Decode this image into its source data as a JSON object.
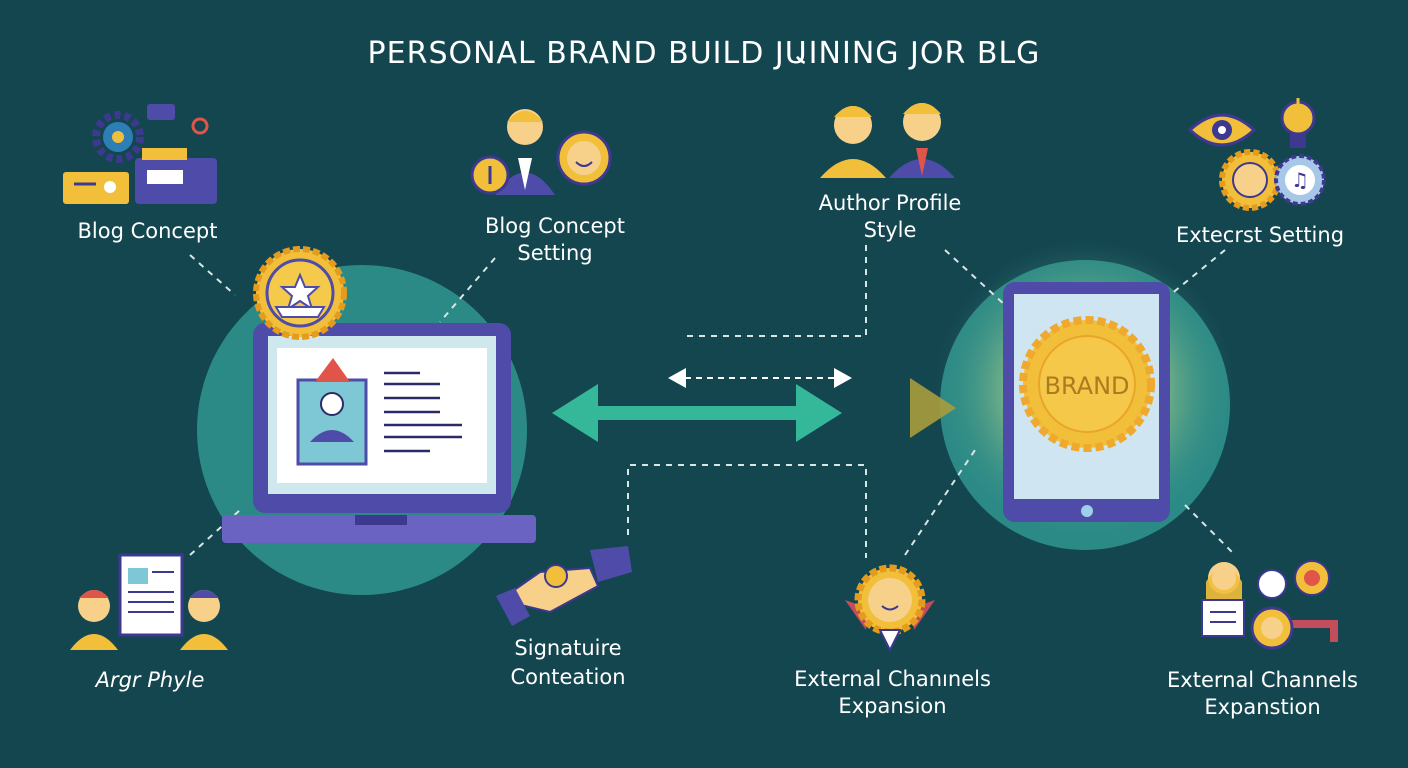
{
  "title": "PERSONAL BRAND BUILD JԱINING JOR BLG",
  "labels": {
    "blog_concept": "Blog Concept",
    "blog_concept_setting_1": "Blog Concept",
    "blog_concept_setting_2": "Setting",
    "author_profile_1": "Author Profile",
    "author_profile_2": "Style",
    "external_setting": "Extecrst Setting",
    "argr_phyle": "Argr Phyle",
    "signature_1": "Signatuire",
    "signature_2": "Conteation",
    "channels_mid_1": "External Chanınels",
    "channels_mid_2": "Expansion",
    "channels_right_1": "External Channels",
    "channels_right_2": "Expanstion"
  },
  "brand_badge": "BRAND",
  "colors": {
    "background": "#144650",
    "circle": "#2c8a86",
    "gold": "#f2bf3a",
    "purple": "#4f4ba8",
    "arrow": "#35b79a"
  },
  "icons": [
    "gear-icon",
    "id-card-icon",
    "person-icon",
    "smiley-icon",
    "idea-bulb-icon",
    "eye-icon",
    "music-note-icon",
    "handshake-icon",
    "award-badge-icon",
    "document-icon",
    "laptop-icon",
    "tablet-icon"
  ]
}
